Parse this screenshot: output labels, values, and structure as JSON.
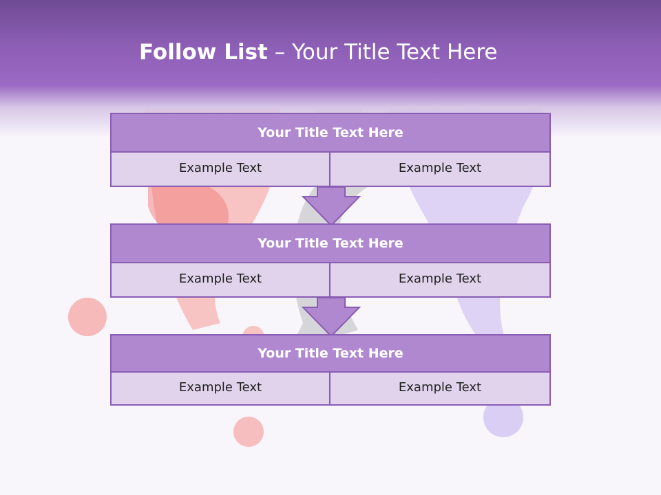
{
  "slide": {
    "title_bold": "Follow List",
    "title_rest": " – Your Title Text Here"
  },
  "blocks": [
    {
      "title": "Your Title Text Here",
      "left": "Example Text",
      "right": "Example Text"
    },
    {
      "title": "Your Title Text Here",
      "left": "Example Text",
      "right": "Example Text"
    },
    {
      "title": "Your Title Text Here",
      "left": "Example Text",
      "right": "Example Text"
    }
  ],
  "colors": {
    "header": "#9b6ac4",
    "block_title_fill": "#b088cf",
    "block_cell_fill": "#e1d3ec",
    "block_border": "#8a5cb4",
    "arrow_fill": "#b088cf"
  }
}
